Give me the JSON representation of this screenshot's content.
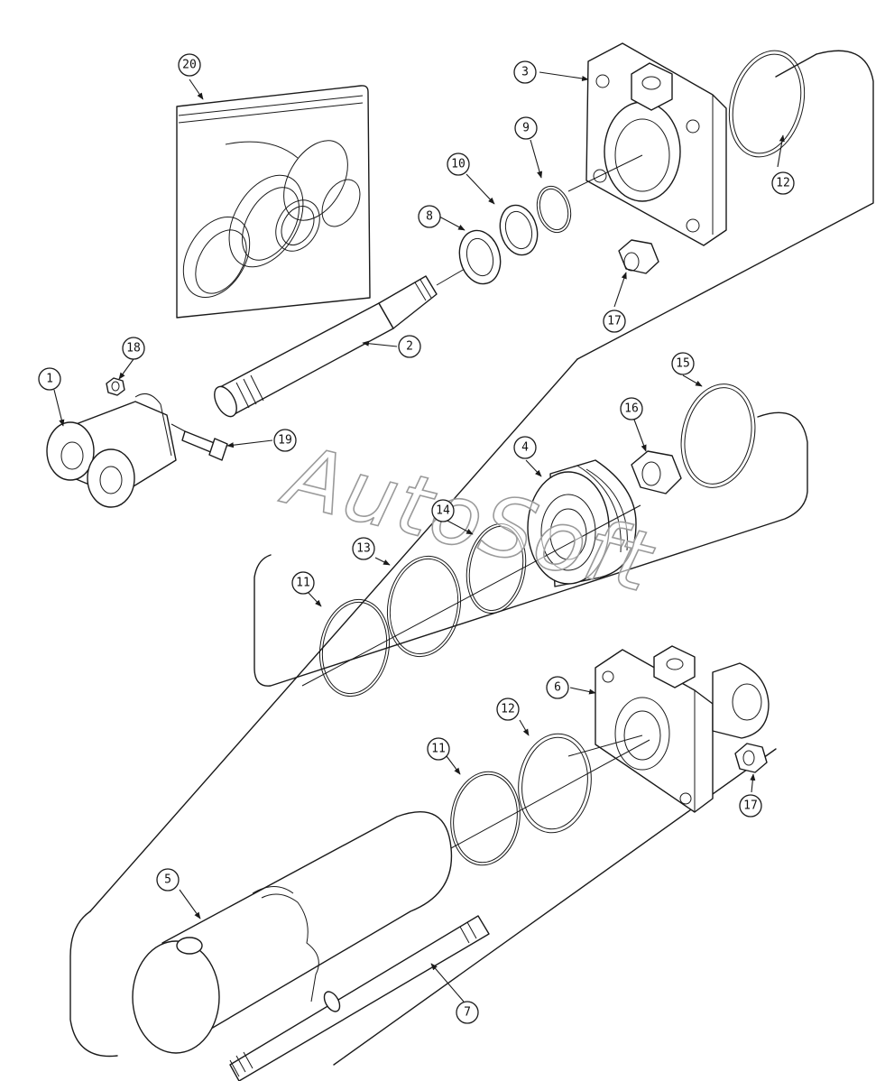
{
  "watermark": "AutoSoft",
  "callouts": [
    "1",
    "2",
    "3",
    "4",
    "5",
    "6",
    "7",
    "8",
    "9",
    "10",
    "11",
    "11",
    "12",
    "12",
    "13",
    "14",
    "15",
    "16",
    "17",
    "17",
    "18",
    "19",
    "20"
  ]
}
